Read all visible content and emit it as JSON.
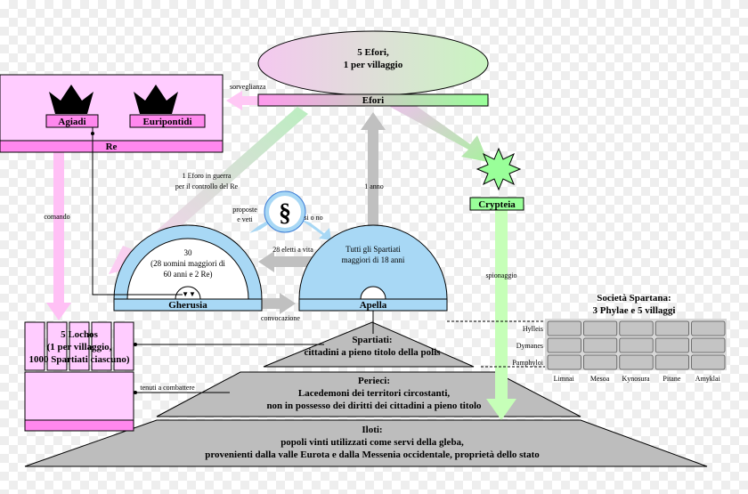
{
  "efori": {
    "oval_line1": "5 Efori,",
    "oval_line2": "1 per villaggio",
    "bar_label": "Efori"
  },
  "re": {
    "agiadi": "Agiadi",
    "euripontidi": "Euripontidi",
    "bar_label": "Re"
  },
  "crypteia": {
    "label": "Crypteia"
  },
  "gherusia": {
    "line1": "30",
    "line2": "(28 uomini maggiori di",
    "line3": "60 anni e 2 Re)",
    "bar_label": "Gherusia",
    "markers": "▼▼"
  },
  "apella": {
    "line1": "Tutti gli Spartiati",
    "line2": "maggiori di 18 anni",
    "bar_label": "Apella"
  },
  "section_symbol": "§",
  "lochos": {
    "line1": "5 Lochos",
    "line2": "(1 per villaggio,",
    "line3": "1000 Spartiati ciascuno)"
  },
  "edges": {
    "sorveglianza": "sorveglianza",
    "eforo_guerra_1": "1 Eforo in guerra",
    "eforo_guerra_2": "per il controllo del Re",
    "comando": "comando",
    "proposte": "proposte",
    "veti": "e veti",
    "si_o_no": "si o no",
    "eletti": "28 eletti a vita",
    "un_anno": "1 anno",
    "convocazione": "convocazione",
    "spionaggio": "spionaggio",
    "tenuti": "tenuti a combattere"
  },
  "pyramid": {
    "spartiati_1": "Spartiati:",
    "spartiati_2": "cittadini a pieno titolo della polis",
    "perieci_1": "Perieci:",
    "perieci_2": "Lacedemoni dei territori circostanti,",
    "perieci_3": "non in possesso dei diritti dei cittadini a pieno titolo",
    "iloti_1": "Iloti:",
    "iloti_2": "popoli vinti utilizzati come servi della gleba,",
    "iloti_3": "provenienti dalla valle Eurota e dalla Messenia occidentale, proprietà dello stato"
  },
  "societa": {
    "title_1": "Società Spartana:",
    "title_2": "3 Phylae e 5 villaggi",
    "phylae": [
      "Hylleis",
      "Dymanes",
      "Pamphyloi"
    ],
    "villaggi": [
      "Limnai",
      "Mesoa",
      "Kynosura",
      "Pitane",
      "Amyklai"
    ]
  },
  "colors": {
    "pink": "#ffccff",
    "magenta": "#ff88ee",
    "blue": "#a8d8f5",
    "green": "#99ff99",
    "gray": "#c0c0c0",
    "pyramid": "#bdbdbd"
  }
}
